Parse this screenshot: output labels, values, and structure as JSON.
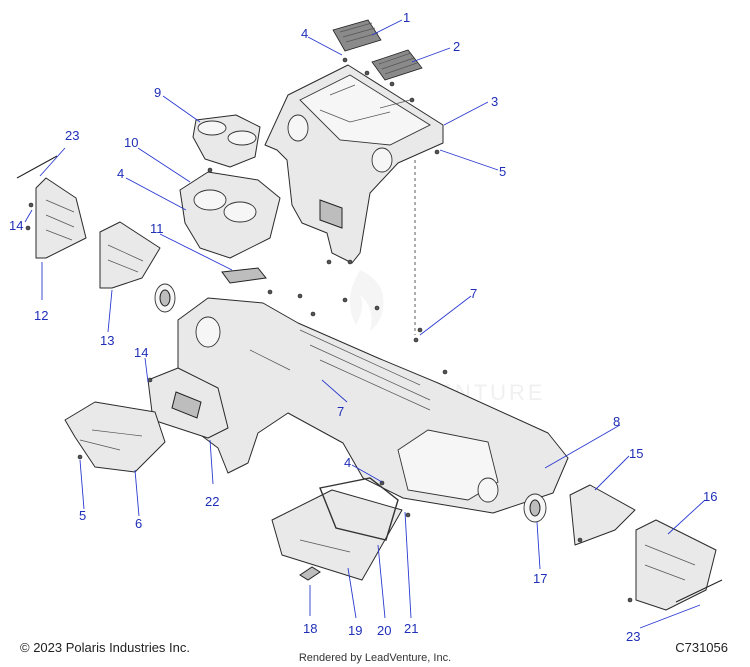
{
  "diagram": {
    "callouts": [
      "1",
      "2",
      "3",
      "4",
      "5",
      "6",
      "7",
      "8",
      "9",
      "10",
      "11",
      "12",
      "13",
      "14",
      "15",
      "16",
      "17",
      "18",
      "19",
      "20",
      "21",
      "22",
      "23"
    ],
    "callout_color": "#1f2fb8",
    "watermark": "LEADVENTURE"
  },
  "footer": {
    "copyright": "© 2023 Polaris Industries Inc.",
    "rendered_by": "Rendered by LeadVenture, Inc.",
    "figure_id": "C731056"
  }
}
